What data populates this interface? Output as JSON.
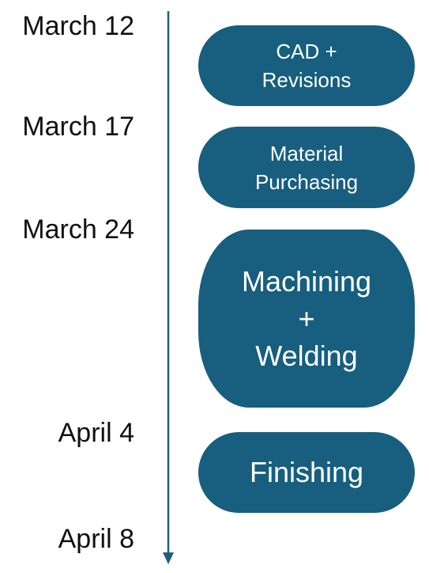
{
  "colors": {
    "phase_fill": "#175e7f",
    "axis": "#1f5f7d"
  },
  "timeline": {
    "dates": [
      "March 12",
      "March 17",
      "March 24",
      "April 4",
      "April 8"
    ],
    "phases": [
      {
        "label": "CAD +\nRevisions",
        "start": "March 12",
        "end": "March 17"
      },
      {
        "label": "Material\nPurchasing",
        "start": "March 17",
        "end": "March 24"
      },
      {
        "label": "Machining\n+\nWelding",
        "start": "March 24",
        "end": "April 4"
      },
      {
        "label": "Finishing",
        "start": "April 4",
        "end": "April 8"
      }
    ]
  }
}
